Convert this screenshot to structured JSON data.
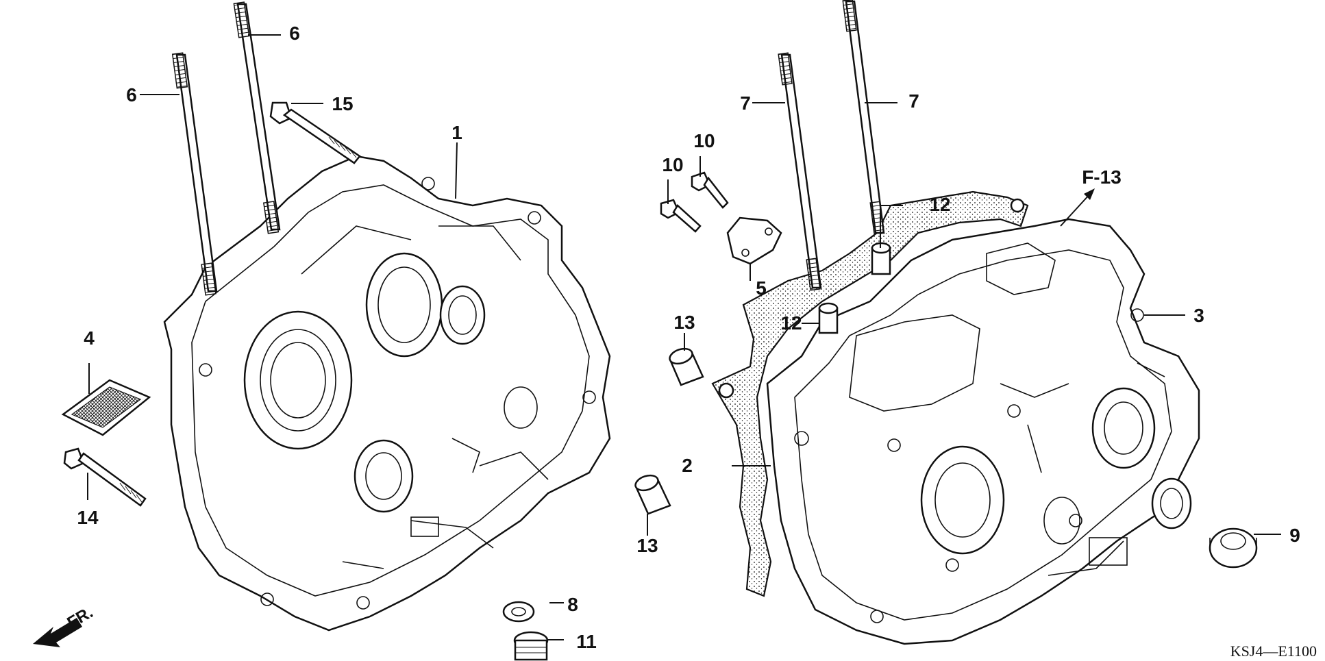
{
  "diagram": {
    "reference_code": "KSJ4—E1100",
    "direction_label": "FR.",
    "ref_tag": "F-13",
    "callouts": {
      "c1": "1",
      "c2": "2",
      "c3": "3",
      "c4": "4",
      "c5": "5",
      "c6a": "6",
      "c6b": "6",
      "c7a": "7",
      "c7b": "7",
      "c8": "8",
      "c9": "9",
      "c10a": "10",
      "c10b": "10",
      "c11": "11",
      "c12a": "12",
      "c12b": "12",
      "c13a": "13",
      "c13b": "13",
      "c14": "14",
      "c15": "15"
    }
  }
}
